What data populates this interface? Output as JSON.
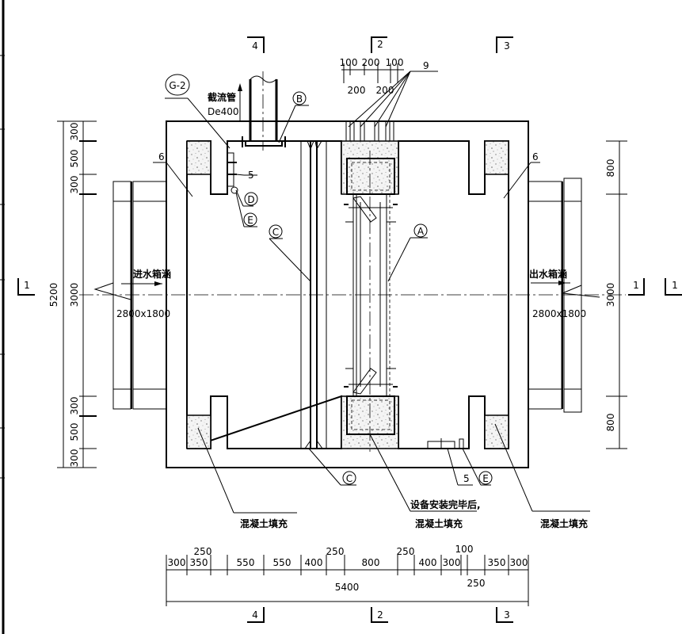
{
  "drawing": {
    "title": "Plan view – intercepting well",
    "section_marks": {
      "top": [
        {
          "label": "4"
        },
        {
          "label": "2"
        },
        {
          "label": "3"
        }
      ],
      "bottom": [
        {
          "label": "4"
        },
        {
          "label": "2"
        },
        {
          "label": "3"
        }
      ],
      "left": [
        {
          "label": "1"
        }
      ],
      "right": [
        {
          "label": "1"
        },
        {
          "label": "1"
        }
      ]
    },
    "pipe": {
      "name": "截流管",
      "size": "De400",
      "tag": "B"
    },
    "callouts": {
      "g2": "G-2",
      "a": "A",
      "b": "B",
      "c_top": "C",
      "c_bottom": "C",
      "d": "D",
      "e_top": "E",
      "e_bottom": "E",
      "num5_top": "5",
      "num5_bottom": "5",
      "num6_left": "6",
      "num6_right": "6",
      "num9": "9"
    },
    "inlet": {
      "label": "进水箱涵",
      "size": "2800x1800"
    },
    "outlet": {
      "label": "出水箱涵",
      "size": "2800x1800"
    },
    "notes": {
      "fill_left": "混凝土填充",
      "fill_right": "混凝土填充",
      "fill_center_line1": "设备安装完毕后,",
      "fill_center_line2": "混凝土填充"
    },
    "top_dims": {
      "row1": [
        "100",
        "200",
        "100"
      ],
      "row2": [
        "200",
        "200"
      ]
    },
    "left_dims": {
      "overall": "5200",
      "parts": [
        "300",
        "500",
        "300",
        "3000",
        "300",
        "500",
        "300"
      ]
    },
    "right_dims": {
      "parts": [
        "800",
        "3000",
        "800"
      ]
    },
    "bottom_dims": {
      "upper": [
        "250",
        "250",
        "250",
        "100"
      ],
      "chain": [
        "300",
        "350",
        "550",
        "550",
        "400",
        "800",
        "400",
        "300",
        "350",
        "300"
      ],
      "lower_extra": "250",
      "overall": "5400"
    }
  }
}
